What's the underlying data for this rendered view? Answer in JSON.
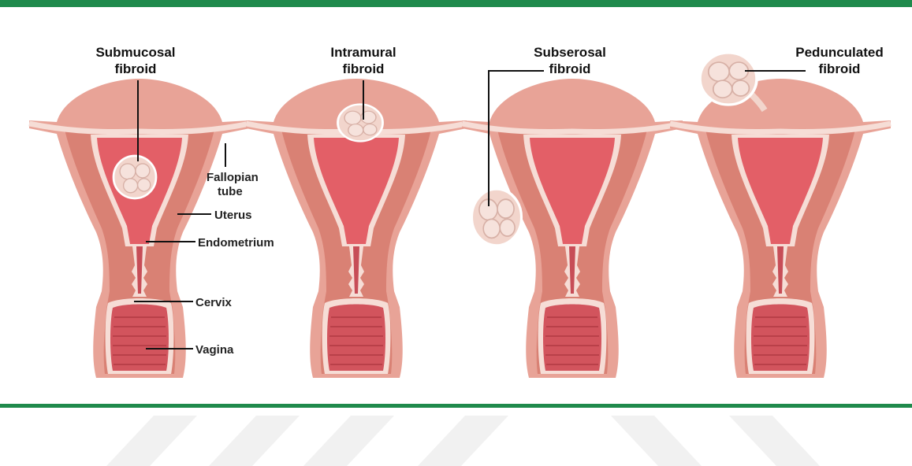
{
  "colors": {
    "brand_green": "#1f8a4c",
    "uterus_outer": "#e8a397",
    "uterus_muscle": "#d98174",
    "lining": "#f6ddd6",
    "cavity": "#e35f67",
    "fibroid": "#f2d5cc"
  },
  "panels": [
    {
      "title_line1": "Submucosal",
      "title_line2": "fibroid"
    },
    {
      "title_line1": "Intramural",
      "title_line2": "fibroid"
    },
    {
      "title_line1": "Subserosal",
      "title_line2": "fibroid"
    },
    {
      "title_line1": "Pedunculated",
      "title_line2": "fibroid"
    }
  ],
  "anatomy_labels": {
    "fallopian_tube_line1": "Fallopian",
    "fallopian_tube_line2": "tube",
    "uterus": "Uterus",
    "endometrium": "Endometrium",
    "cervix": "Cervix",
    "vagina": "Vagina"
  }
}
